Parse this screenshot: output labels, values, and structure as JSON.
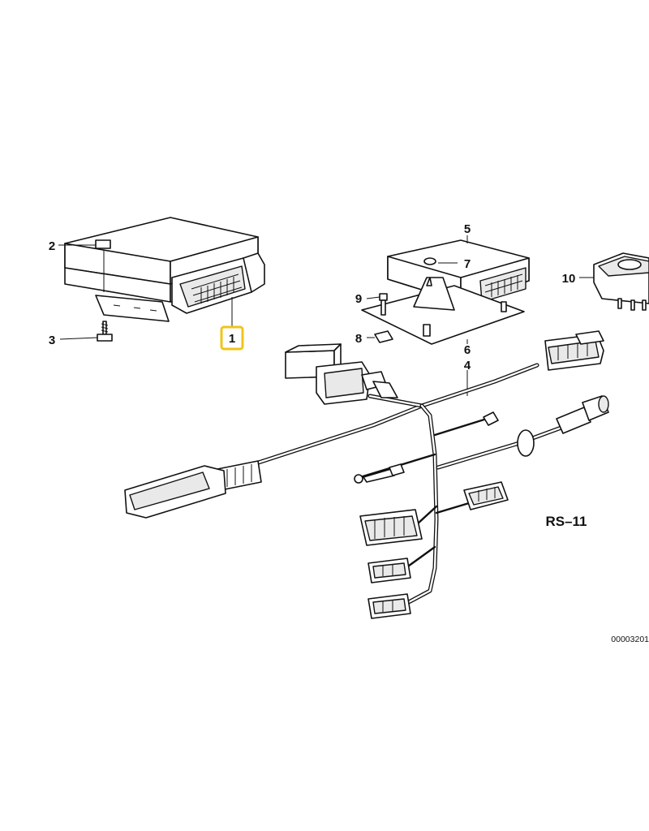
{
  "labels": {
    "part_1": "1",
    "part_2": "2",
    "part_3": "3",
    "part_4": "4",
    "part_5": "5",
    "part_6": "6",
    "part_7": "7",
    "part_8": "8",
    "part_9": "9",
    "part_10": "10"
  },
  "highlighted_part": "1",
  "highlight_color": "#f0c419",
  "caption": "RS–11",
  "reference": "00003201"
}
